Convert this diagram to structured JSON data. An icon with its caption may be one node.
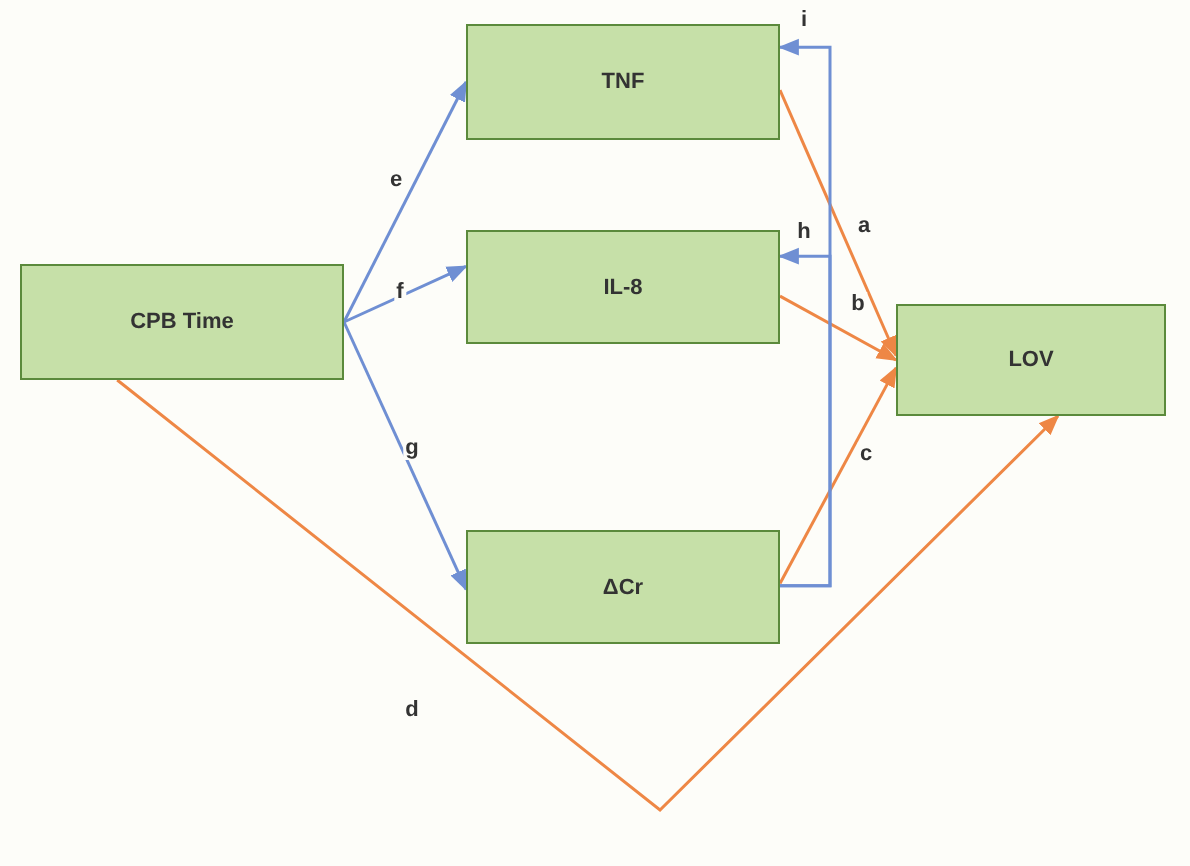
{
  "diagram": {
    "nodes": [
      {
        "text": [
          "TNF"
        ]
      },
      {
        "text": [
          "IL-8"
        ]
      },
      {
        "text": [
          "CPB Time"
        ]
      },
      {
        "text": [
          "LOV"
        ]
      },
      {
        "text": [
          "ΔCr"
        ]
      }
    ],
    "edges": [
      {
        "from": 2,
        "to": 0,
        "arrow": "to",
        "label": "e"
      },
      {
        "from": 2,
        "to": 1,
        "arrow": "to",
        "label": "f"
      },
      {
        "from": 2,
        "to": 4,
        "arrow": "to",
        "label": "g"
      },
      {
        "from": 0,
        "to": 3,
        "arrow": "to",
        "label": "a",
        "color": "#ee8745"
      },
      {
        "from": 1,
        "to": 3,
        "arrow": "to",
        "label": "b",
        "color": "#ee8745"
      },
      {
        "from": 4,
        "to": 3,
        "arrow": "to",
        "label": "c",
        "color": "#ee8745"
      },
      {
        "from": 2,
        "to": 3,
        "arrow": "to",
        "label": "d",
        "color": "#ee8745"
      },
      {
        "from": 4,
        "to": 1,
        "arrow": "to",
        "label": "h"
      },
      {
        "from": 4,
        "to": 0,
        "arrow": "to",
        "label": "i"
      }
    ]
  }
}
